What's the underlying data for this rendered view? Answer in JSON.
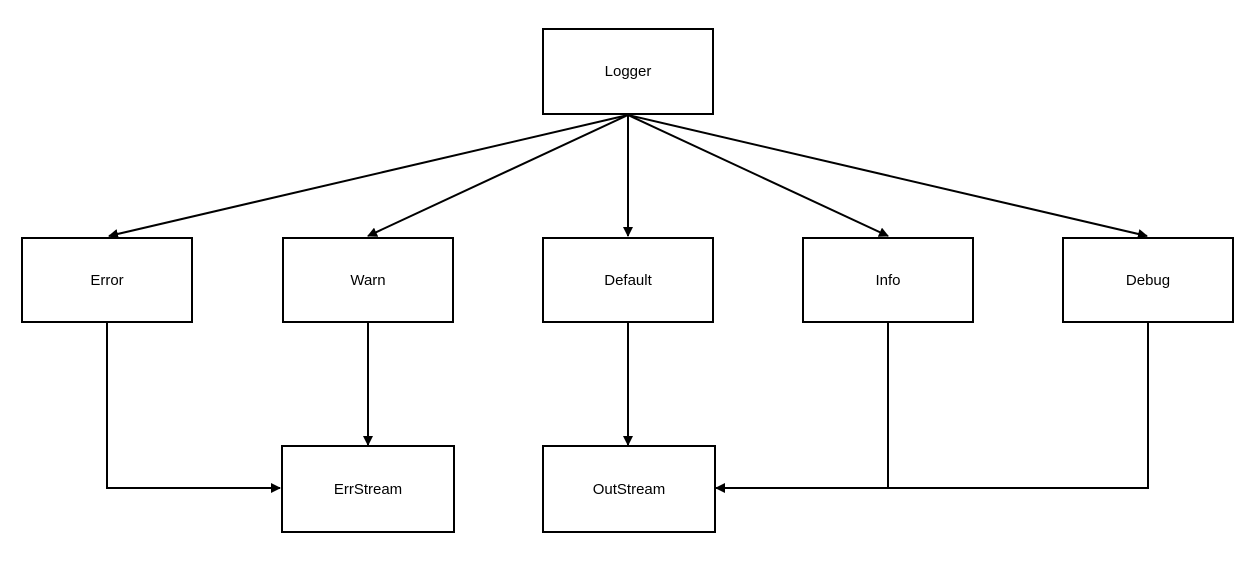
{
  "diagram": {
    "colors": {
      "stroke": "#000000",
      "fill": "#ffffff",
      "text": "#000000"
    },
    "nodes": {
      "logger": "Logger",
      "error": "Error",
      "warn": "Warn",
      "default": "Default",
      "info": "Info",
      "debug": "Debug",
      "errstream": "ErrStream",
      "outstream": "OutStream"
    },
    "edges": [
      {
        "from": "logger",
        "to": "error"
      },
      {
        "from": "logger",
        "to": "warn"
      },
      {
        "from": "logger",
        "to": "default"
      },
      {
        "from": "logger",
        "to": "info"
      },
      {
        "from": "logger",
        "to": "debug"
      },
      {
        "from": "error",
        "to": "errstream"
      },
      {
        "from": "warn",
        "to": "errstream"
      },
      {
        "from": "default",
        "to": "outstream"
      },
      {
        "from": "info",
        "to": "outstream"
      },
      {
        "from": "debug",
        "to": "outstream"
      }
    ]
  }
}
